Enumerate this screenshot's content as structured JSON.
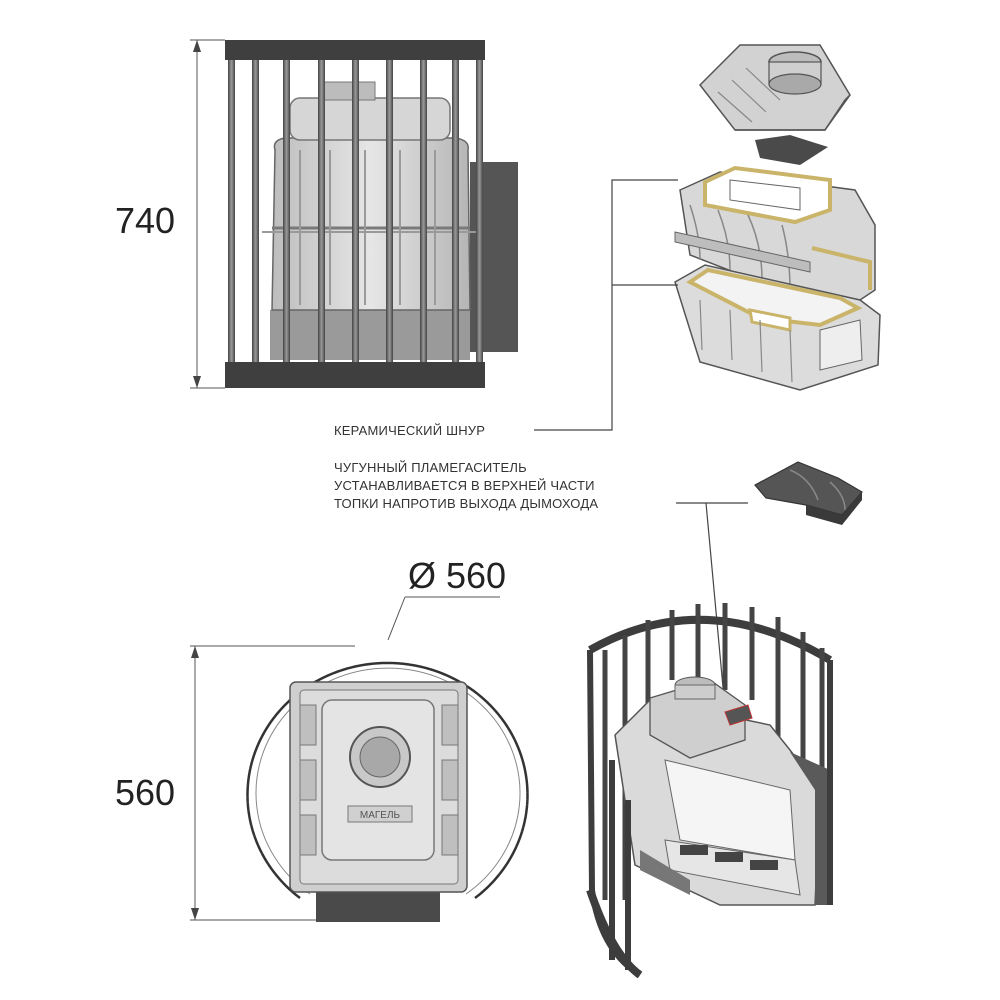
{
  "dimensions": {
    "height": "740",
    "width": "560",
    "diameter": "Ø 560"
  },
  "labels": {
    "ceramic_cord": "КЕРАМИЧЕСКИЙ ШНУР",
    "flame_arrester": [
      "ЧУГУННЫЙ ПЛАМЕГАСИТЕЛЬ",
      "УСТАНАВЛИВАЕТСЯ В ВЕРХНЕЙ ЧАСТИ",
      "ТОПКИ НАПРОТИВ ВЫХОДА ДЫМОХОДА"
    ],
    "logo": "МАГЕЛЬ"
  },
  "colors": {
    "metal_dark": "#3d3d3d",
    "metal_mid": "#8a8a8a",
    "cast_iron_light": "#d9d9d9",
    "ceramic_cord": "#c9b46a"
  }
}
